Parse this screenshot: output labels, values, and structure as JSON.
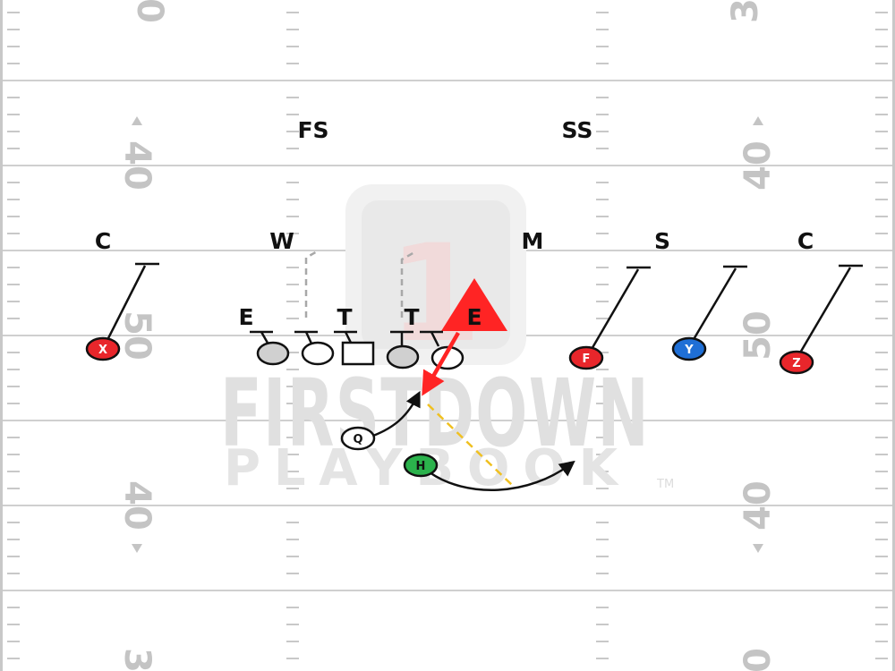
{
  "yard_numbers": {
    "left_top": "0",
    "right_top": "3",
    "left_40_upper": "40",
    "right_40_upper": "40",
    "left_50": "50",
    "right_50": "50",
    "left_40_lower": "40",
    "right_40_lower": "40",
    "left_bottom": "3",
    "right_bottom": "0"
  },
  "watermark": {
    "brand_main": "FIRSTDOWN",
    "brand_sub": "PLAYBOOK",
    "trademark": "TM",
    "logo_numeral": "1"
  },
  "defense": {
    "free_safety": "FS",
    "strong_safety": "SS",
    "corner_left": "C",
    "will_lb": "W",
    "mike_lb": "M",
    "sam_lb": "S",
    "corner_right": "C",
    "end_left": "E",
    "tackle_left": "T",
    "tackle_right": "T",
    "end_right": "E"
  },
  "offense": {
    "x_receiver": "X",
    "quarterback": "Q",
    "halfback": "H",
    "f_receiver": "F",
    "y_receiver": "Y",
    "z_receiver": "Z"
  },
  "colors": {
    "field_line": "#cfcfcf",
    "hash": "#c8c8c8",
    "red_player": "#e8262b",
    "blue_player": "#1f6fd6",
    "green_player": "#2bb24c",
    "pressure_arrow": "#ff2424",
    "pass_lane": "#f0c020",
    "scrape_line": "#a8a8a8"
  }
}
